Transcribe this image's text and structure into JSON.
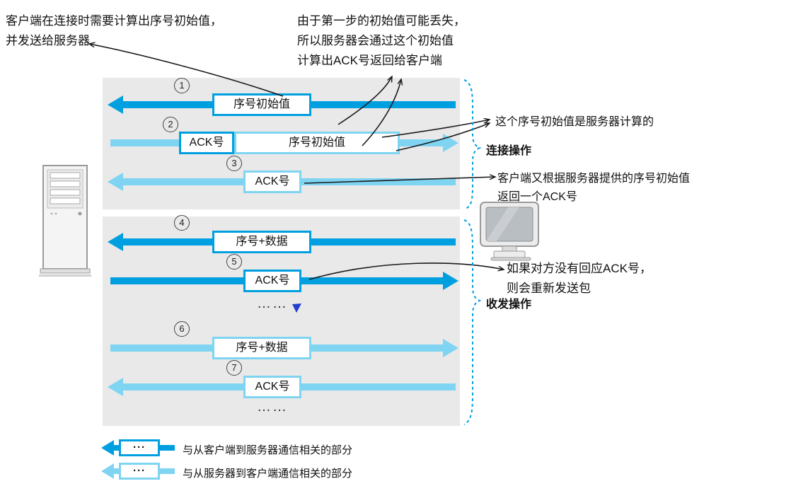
{
  "annotations": {
    "client_initial": {
      "line1": "客户端在连接时需要计算出序号初始值，",
      "line2": "并发送给服务器"
    },
    "server_ack": {
      "line1": "由于第一步的初始值可能丢失，",
      "line2": "所以服务器会通过这个初始值",
      "line3": "计算出ACK号返回给客户端"
    },
    "server_seq": {
      "line1": "这个序号初始值是服务器计算的"
    },
    "client_ack": {
      "line1": "客户端又根据服务器提供的序号初始值",
      "line2": "返回一个ACK号"
    },
    "resend": {
      "line1": "如果对方没有回应ACK号，",
      "line2": "则会重新发送包"
    }
  },
  "sections": {
    "connect": {
      "label": "连接操作"
    },
    "transfer": {
      "label": "收发操作"
    }
  },
  "steps": {
    "s1": {
      "num": "1",
      "box1": "序号初始值"
    },
    "s2": {
      "num": "2",
      "box1": "ACK号",
      "box2": "序号初始值"
    },
    "s3": {
      "num": "3",
      "box1": "ACK号"
    },
    "s4": {
      "num": "4",
      "box1": "序号+数据"
    },
    "s5": {
      "num": "5",
      "box1": "ACK号"
    },
    "s6": {
      "num": "6",
      "box1": "序号+数据"
    },
    "s7": {
      "num": "7",
      "box1": "ACK号"
    },
    "ellipsis": "……"
  },
  "legend": {
    "client_to_server": {
      "box": "···",
      "label": "与从客户端到服务器通信相关的部分"
    },
    "server_to_client": {
      "box": "···",
      "label": "与从服务器到客户端通信相关的部分"
    }
  },
  "icons": {
    "server": "server-tower-icon",
    "client": "monitor-icon"
  },
  "colors": {
    "client_to_server_blue": "#00A0E0",
    "server_to_client_blue": "#7FD4F2",
    "panel_gray": "#E9E9E9",
    "brace_blue": "#00A0E0",
    "pointer_blue": "#1F3FD0"
  }
}
